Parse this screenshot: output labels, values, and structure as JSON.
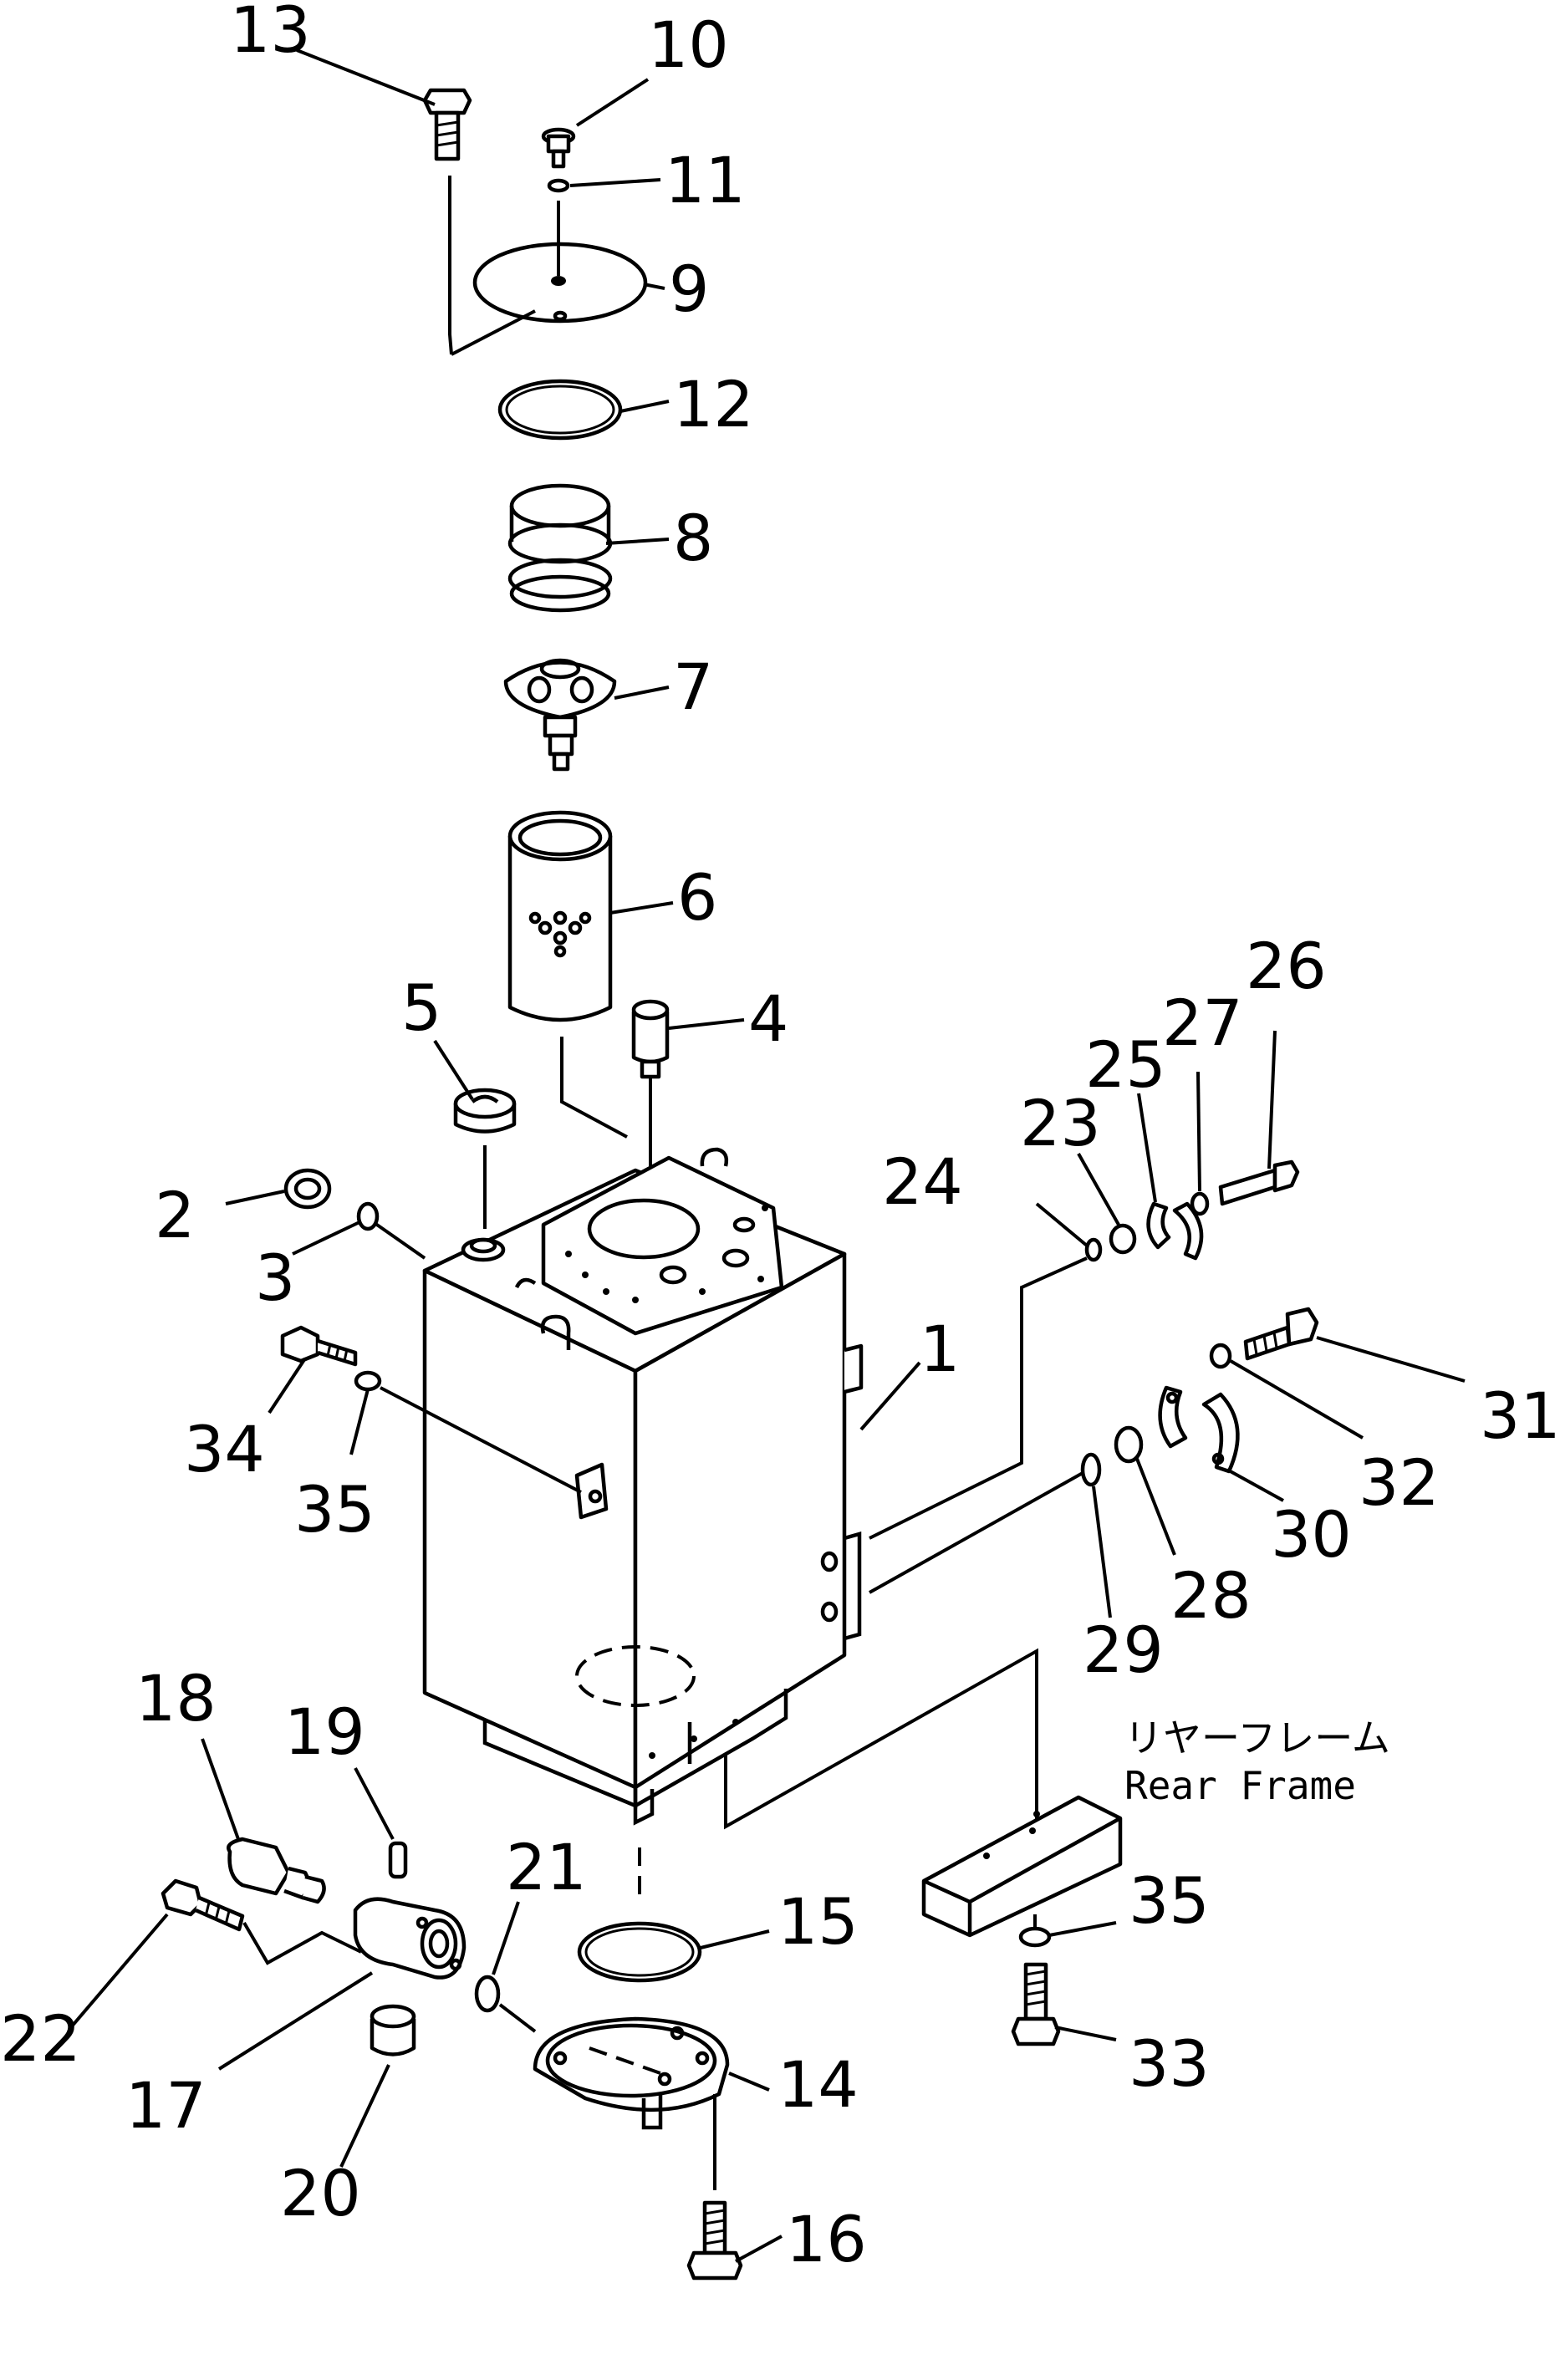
{
  "diagram": {
    "caption": {
      "japanese": "リヤーフレーム",
      "english": "Rear Frame"
    },
    "callouts": [
      {
        "id": "1",
        "label": "1"
      },
      {
        "id": "2",
        "label": "2"
      },
      {
        "id": "3",
        "label": "3"
      },
      {
        "id": "4",
        "label": "4"
      },
      {
        "id": "5",
        "label": "5"
      },
      {
        "id": "6",
        "label": "6"
      },
      {
        "id": "7",
        "label": "7"
      },
      {
        "id": "8",
        "label": "8"
      },
      {
        "id": "9",
        "label": "9"
      },
      {
        "id": "10",
        "label": "10"
      },
      {
        "id": "11",
        "label": "11"
      },
      {
        "id": "12",
        "label": "12"
      },
      {
        "id": "13",
        "label": "13"
      },
      {
        "id": "14",
        "label": "14"
      },
      {
        "id": "15",
        "label": "15"
      },
      {
        "id": "16",
        "label": "16"
      },
      {
        "id": "17",
        "label": "17"
      },
      {
        "id": "18",
        "label": "18"
      },
      {
        "id": "19",
        "label": "19"
      },
      {
        "id": "20",
        "label": "20"
      },
      {
        "id": "21",
        "label": "21"
      },
      {
        "id": "22",
        "label": "22"
      },
      {
        "id": "23",
        "label": "23"
      },
      {
        "id": "24",
        "label": "24"
      },
      {
        "id": "25",
        "label": "25"
      },
      {
        "id": "26",
        "label": "26"
      },
      {
        "id": "27",
        "label": "27"
      },
      {
        "id": "28",
        "label": "28"
      },
      {
        "id": "29",
        "label": "29"
      },
      {
        "id": "30",
        "label": "30"
      },
      {
        "id": "31",
        "label": "31"
      },
      {
        "id": "32",
        "label": "32"
      },
      {
        "id": "33",
        "label": "33"
      },
      {
        "id": "34",
        "label": "34"
      },
      {
        "id": "35a",
        "label": "35"
      },
      {
        "id": "35b",
        "label": "35"
      }
    ]
  }
}
